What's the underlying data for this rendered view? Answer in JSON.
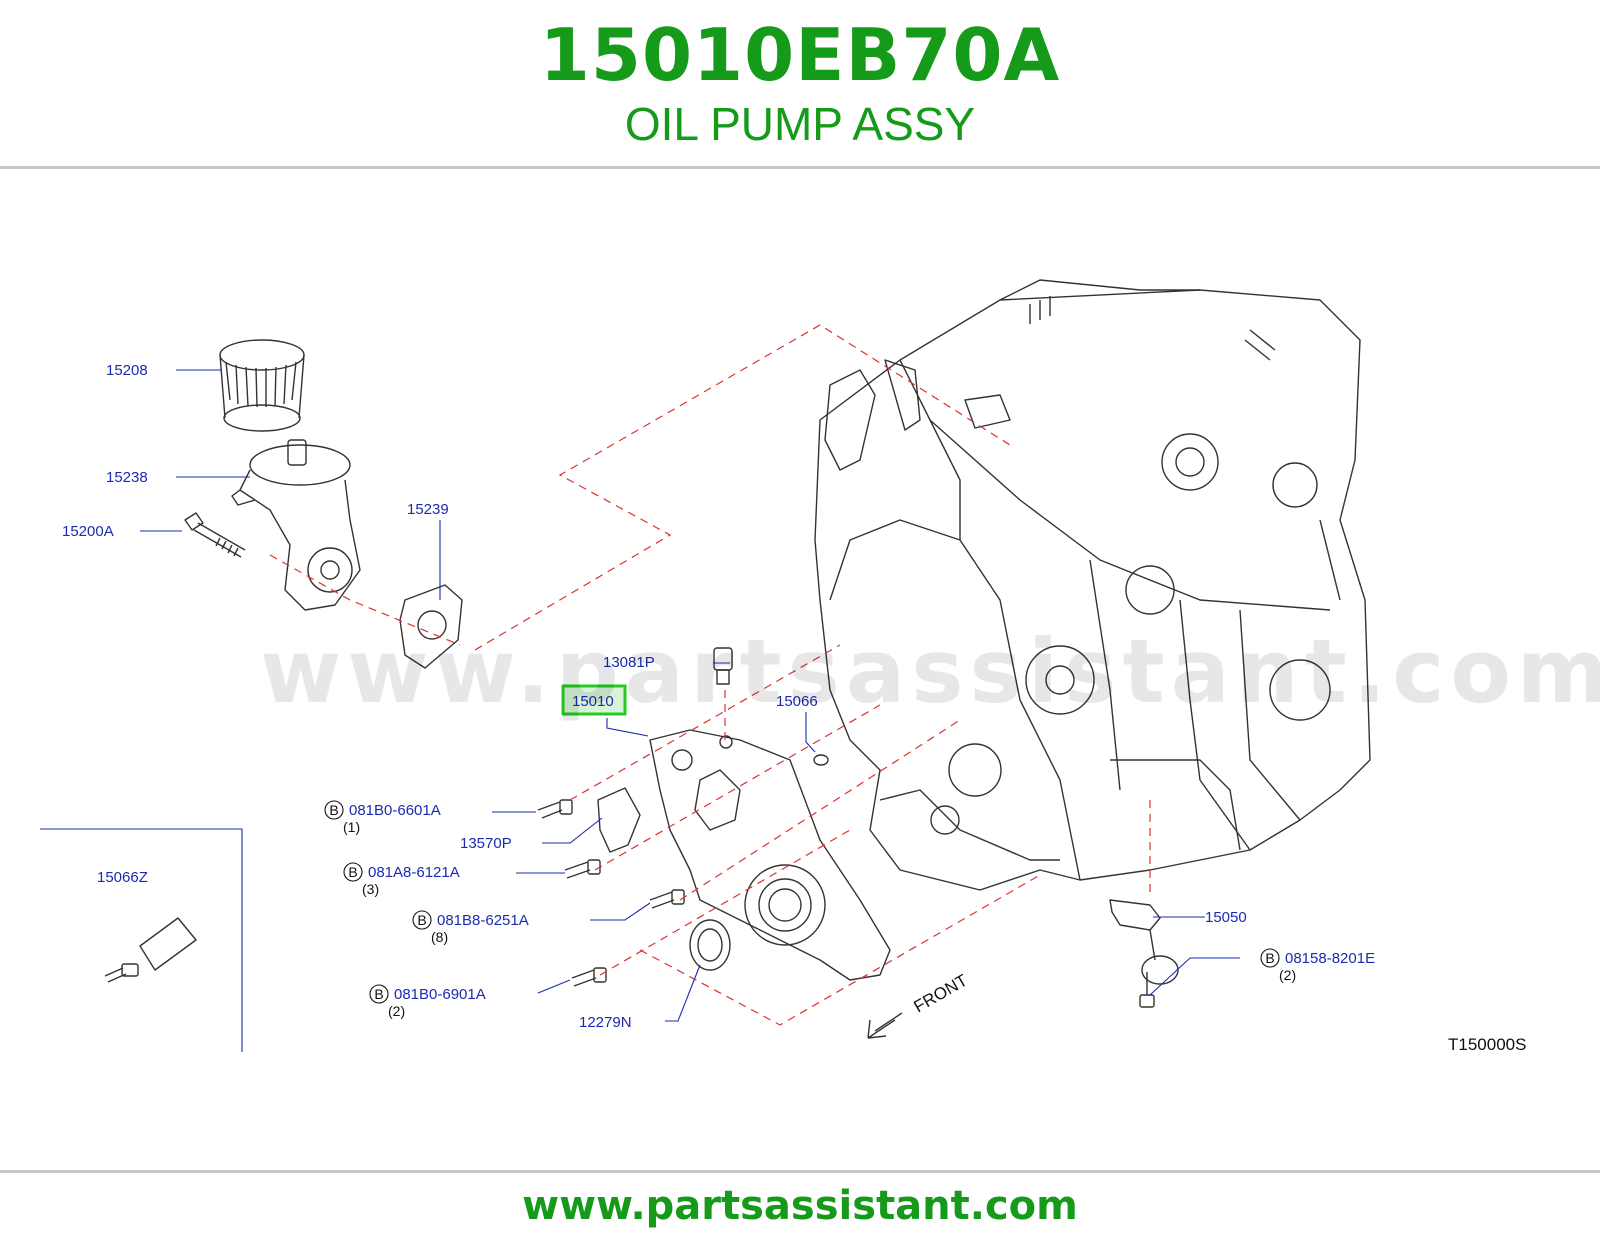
{
  "header": {
    "part_number": "15010EB70A",
    "part_name": "OIL PUMP ASSY"
  },
  "watermark": "www.partsassistant.com",
  "footer": {
    "url": "www.partsassistant.com"
  },
  "diagram": {
    "reference_code": "T150000S",
    "direction_label": "FRONT",
    "bolt_marker": "B",
    "callouts": {
      "c15208": "15208",
      "c15238": "15238",
      "c15200A": "15200A",
      "c15239": "15239",
      "c13081P": "13081P",
      "c15010": "15010",
      "c15066": "15066",
      "c081B0_6601A": "081B0-6601A",
      "c081B0_6601A_qty": "(1)",
      "c13570P": "13570P",
      "c081A8_6121A": "081A8-6121A",
      "c081A8_6121A_qty": "(3)",
      "c081B8_6251A": "081B8-6251A",
      "c081B8_6251A_qty": "(8)",
      "c081B0_6901A": "081B0-6901A",
      "c081B0_6901A_qty": "(2)",
      "c12279N": "12279N",
      "c15066Z": "15066Z",
      "c15050": "15050",
      "c08158_8201E": "08158-8201E",
      "c08158_8201E_qty": "(2)"
    },
    "highlight_color": "#22cc22",
    "callout_color": "#1a2bb0",
    "leader_color": "#e03030"
  }
}
